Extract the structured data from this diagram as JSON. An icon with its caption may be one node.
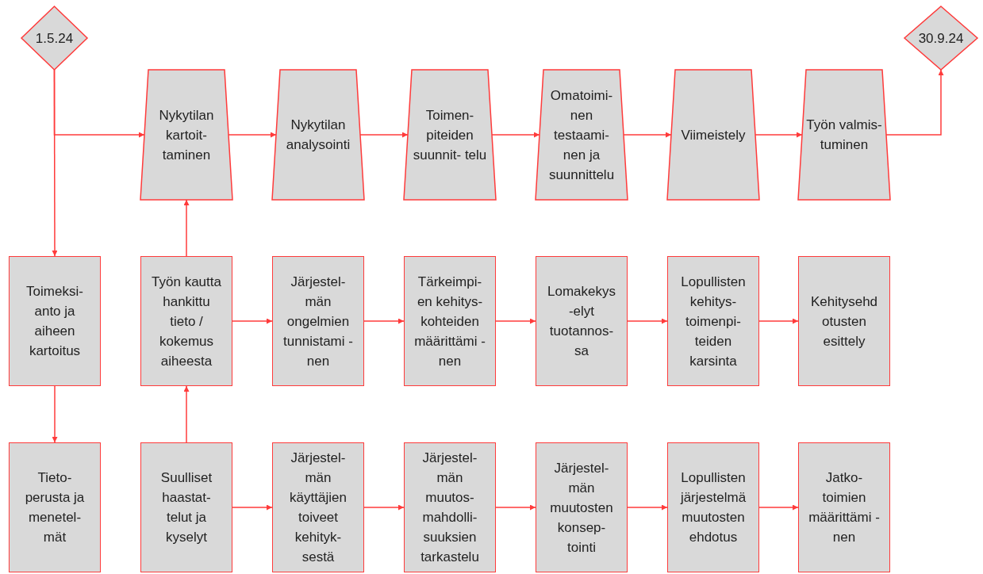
{
  "diagram": {
    "nodes": [
      {
        "text": [
          "1.5.24"
        ]
      },
      {
        "text": [
          "30.9.24"
        ]
      },
      {
        "text": [
          "Nykytilan kartoit- taminen"
        ]
      },
      {
        "text": [
          "Nykytilan analysointi"
        ]
      },
      {
        "text": [
          "Toimen- piteiden suunnit- telu"
        ]
      },
      {
        "text": [
          "Omatoimi- nen testaami- nen ja suunnittelu"
        ]
      },
      {
        "text": [
          "Viimeistely"
        ]
      },
      {
        "text": [
          "Työn valmis- tuminen"
        ]
      },
      {
        "text": [
          "Toimeksi- anto ja aiheen kartoitus"
        ]
      },
      {
        "text": [
          "Työn kautta hankittu tieto / kokemus aiheesta"
        ]
      },
      {
        "text": [
          "Järjestel- män ongelmien tunnistami -nen"
        ]
      },
      {
        "text": [
          "Tärkeimpi- en kehitys- kohteiden määrittämi -nen"
        ]
      },
      {
        "text": [
          "Lomakekys -elyt tuotannos- sa"
        ]
      },
      {
        "text": [
          "Lopullisten kehitys- toimenpi- teiden karsinta"
        ]
      },
      {
        "text": [
          "Kehitysehd otusten esittely"
        ]
      },
      {
        "text": [
          "Tieto- perusta ja menetel- mät"
        ]
      },
      {
        "text": [
          "Suulliset haastat- telut ja kyselyt"
        ]
      },
      {
        "text": [
          "Järjestel- män käyttäjien toiveet kehityk- sestä"
        ]
      },
      {
        "text": [
          "Järjestel- män muutos- mahdolli- suuksien tarkastelu"
        ]
      },
      {
        "text": [
          "Järjestel- män muutosten konsep- tointi"
        ]
      },
      {
        "text": [
          "Lopullisten järjestelmä muutosten ehdotus"
        ]
      },
      {
        "text": [
          "Jatko- toimien määrittämi -nen"
        ]
      }
    ],
    "edges": [
      {
        "from": 0,
        "to": 2,
        "arrow": "to"
      },
      {
        "from": 0,
        "to": 8,
        "arrow": "to"
      },
      {
        "from": 2,
        "to": 3,
        "arrow": "to"
      },
      {
        "from": 3,
        "to": 4,
        "arrow": "to"
      },
      {
        "from": 4,
        "to": 5,
        "arrow": "to"
      },
      {
        "from": 5,
        "to": 6,
        "arrow": "to"
      },
      {
        "from": 6,
        "to": 7,
        "arrow": "to"
      },
      {
        "from": 7,
        "to": 1,
        "arrow": "to"
      },
      {
        "from": 8,
        "to": 15,
        "arrow": "to"
      },
      {
        "from": 16,
        "to": 9,
        "arrow": "to"
      },
      {
        "from": 9,
        "to": 2,
        "arrow": "to"
      },
      {
        "from": 9,
        "to": 10,
        "arrow": "to"
      },
      {
        "from": 10,
        "to": 11,
        "arrow": "to"
      },
      {
        "from": 11,
        "to": 12,
        "arrow": "to"
      },
      {
        "from": 12,
        "to": 13,
        "arrow": "to"
      },
      {
        "from": 13,
        "to": 14,
        "arrow": "to"
      },
      {
        "from": 16,
        "to": 17,
        "arrow": "to"
      },
      {
        "from": 17,
        "to": 18,
        "arrow": "to"
      },
      {
        "from": 18,
        "to": 19,
        "arrow": "to"
      },
      {
        "from": 19,
        "to": 20,
        "arrow": "to"
      },
      {
        "from": 20,
        "to": 21,
        "arrow": "to"
      }
    ]
  }
}
